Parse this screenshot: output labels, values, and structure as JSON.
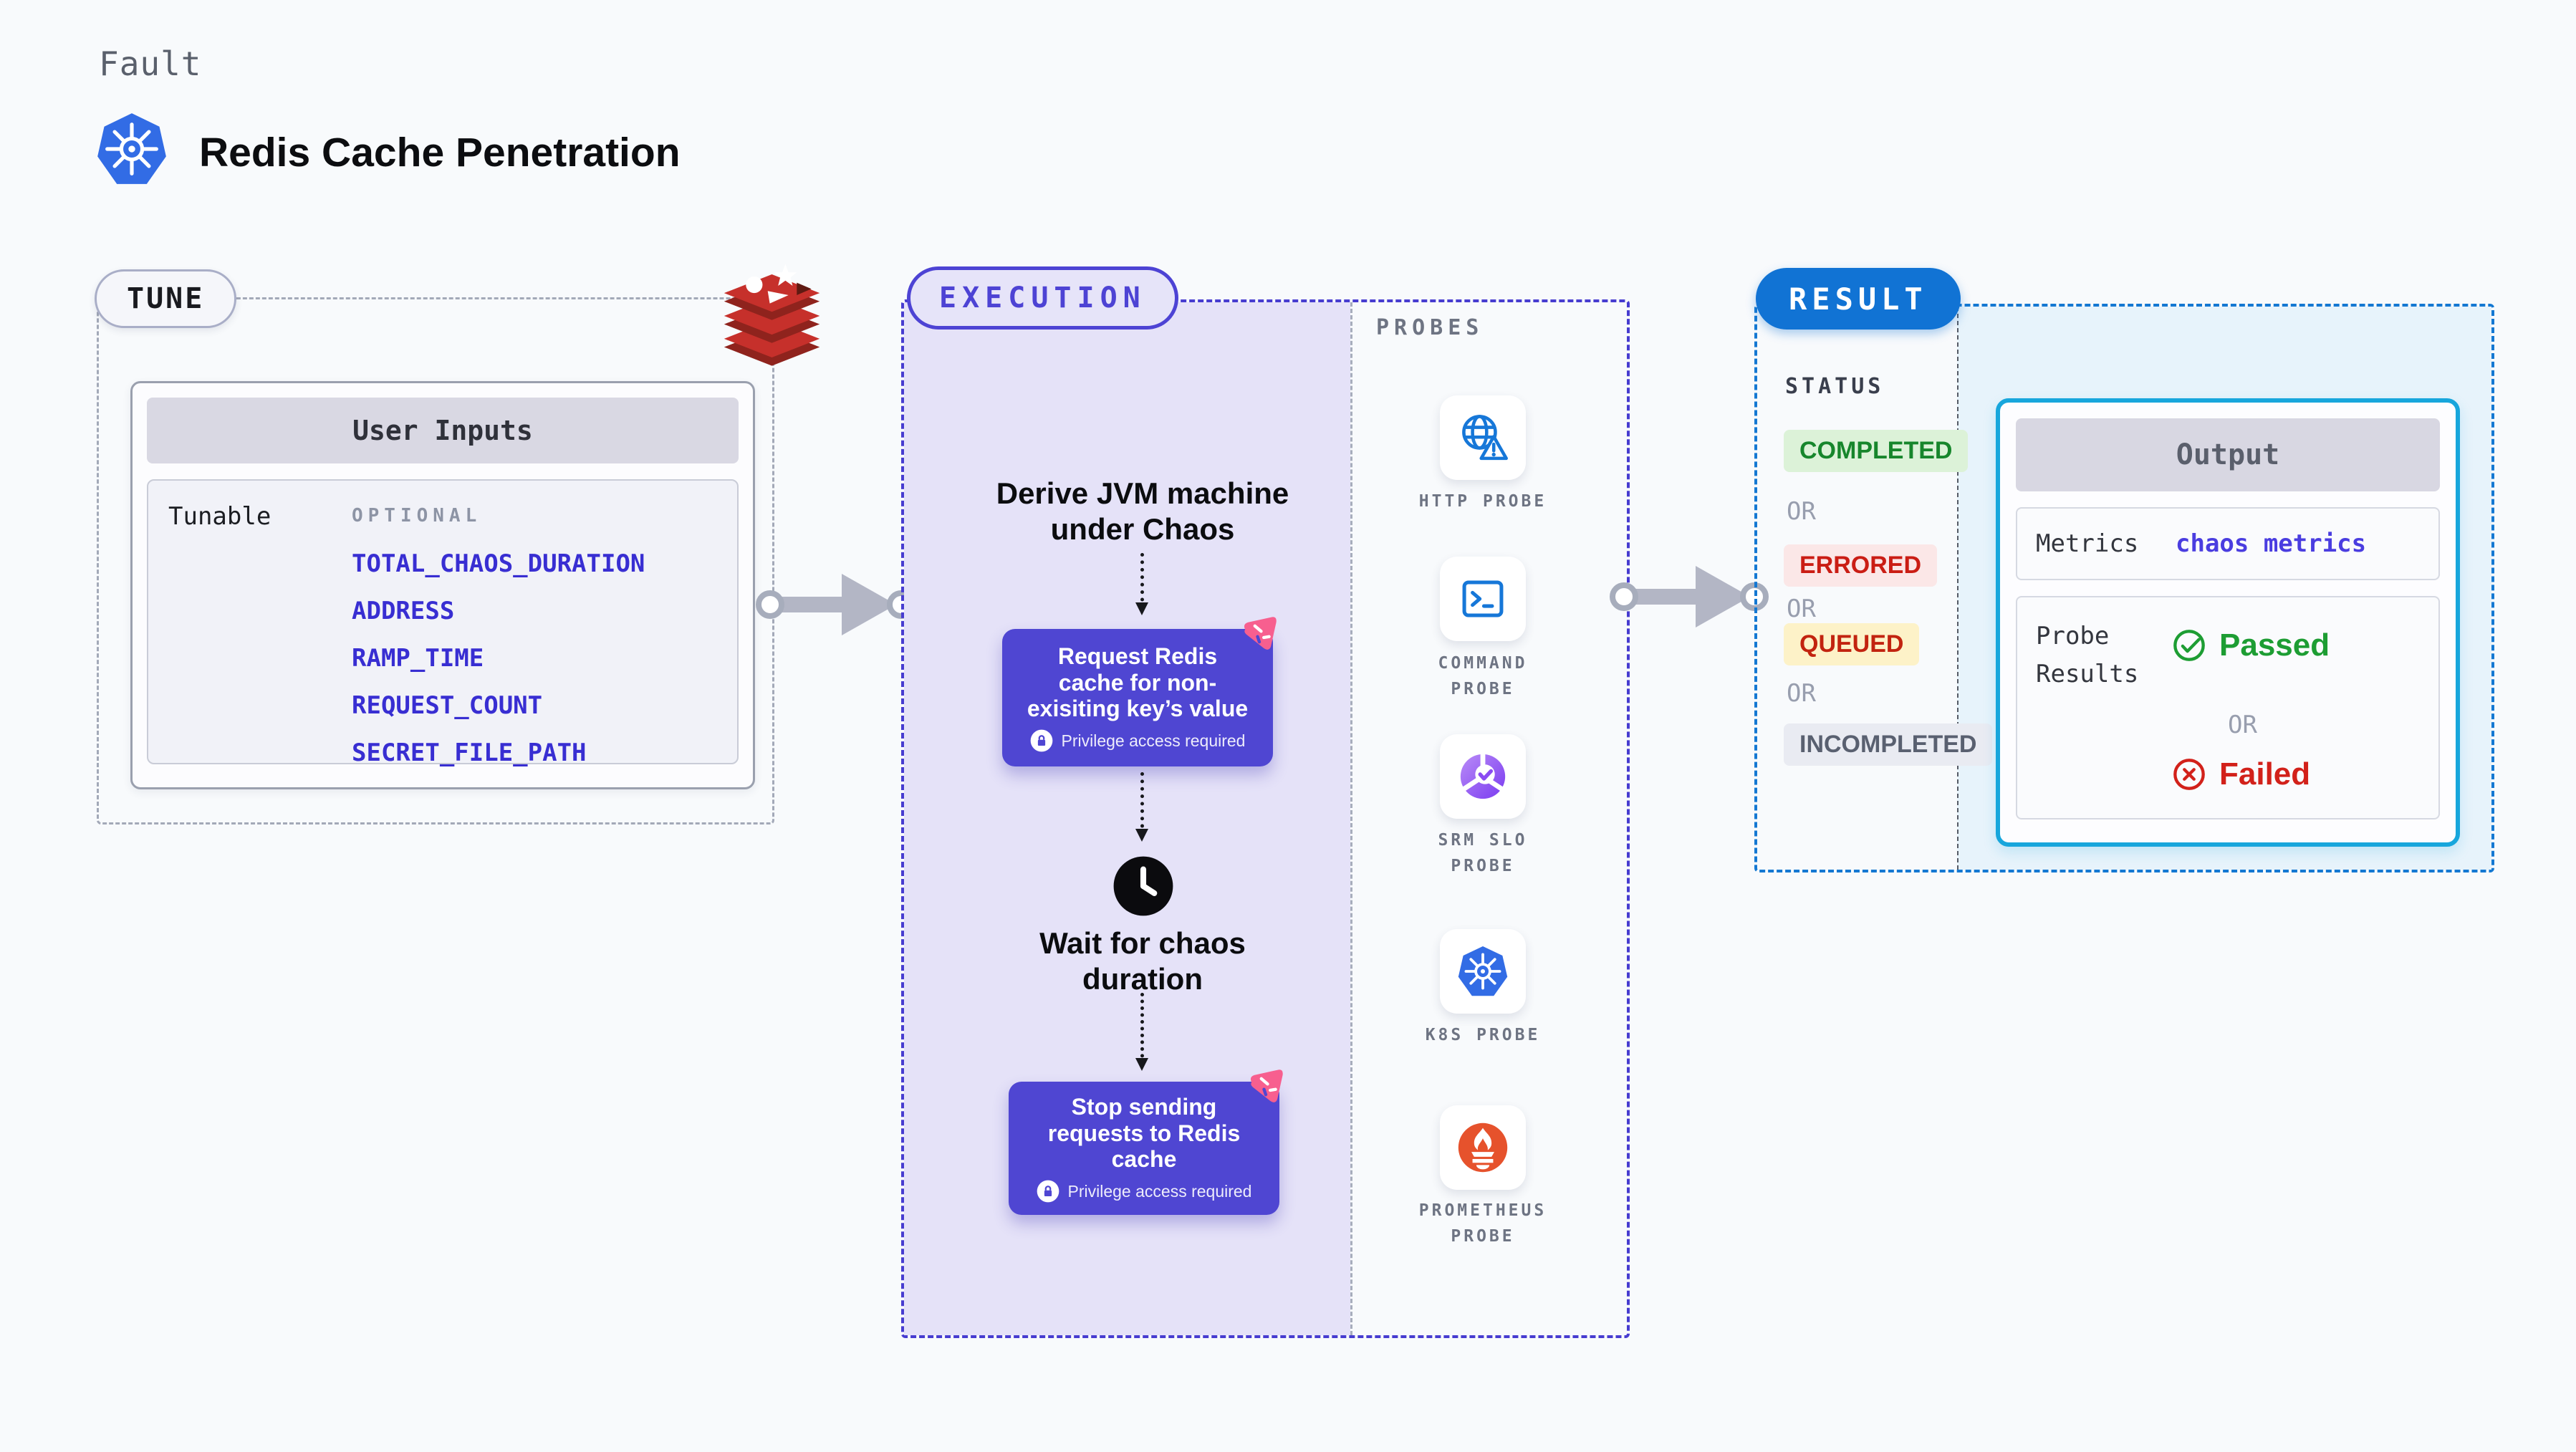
{
  "header": {
    "kicker": "Fault",
    "title": "Redis Cache Penetration"
  },
  "tune": {
    "badge": "TUNE",
    "user_inputs": {
      "title": "User Inputs",
      "row_label": "Tunable",
      "column_label": "OPTIONAL",
      "tunables": [
        "TOTAL_CHAOS_DURATION",
        "ADDRESS",
        "RAMP_TIME",
        "REQUEST_COUNT",
        "SECRET_FILE_PATH"
      ]
    }
  },
  "execution": {
    "badge": "EXECUTION",
    "derive_label": "Derive JVM machine\nunder Chaos",
    "wait_label": "Wait for chaos\nduration",
    "nodes": [
      {
        "label": "Request Redis\ncache for non-\nexisiting key’s value",
        "note": "Privilege access required"
      },
      {
        "label": "Stop sending\nrequests to Redis\ncache",
        "note": "Privilege access required"
      }
    ],
    "probes": {
      "title": "PROBES",
      "items": [
        "HTTP PROBE",
        "COMMAND PROBE",
        "SRM SLO PROBE",
        "K8S PROBE",
        "PROMETHEUS PROBE"
      ]
    }
  },
  "result": {
    "badge": "RESULT",
    "status": {
      "title": "STATUS",
      "or_label": "OR",
      "values": [
        "COMPLETED",
        "ERRORED",
        "QUEUED",
        "INCOMPLETED"
      ]
    },
    "output": {
      "title": "Output",
      "metrics_label": "Metrics",
      "metrics_value": "chaos metrics",
      "probe_results_label": "Probe Results",
      "or_label": "OR",
      "passed_label": "Passed",
      "failed_label": "Failed"
    }
  },
  "colors": {
    "accent_indigo": "#4f46d2",
    "accent_blue": "#1173d4",
    "accent_cyan": "#17a6dc",
    "probe_icon_blue": "#1677d8",
    "lavender_fill": "#e5e2f8",
    "result_fill": "#e7f3fb",
    "tunable_link": "#382ed2",
    "completed_green": "#17862c",
    "errored_red": "#ca1d14",
    "queued_text": "#c2230f",
    "queued_bg": "#fdf2c8",
    "incompleted_gray": "#596070",
    "passed_green": "#1d9d33",
    "failed_red": "#d2211a",
    "kubernetes_blue": "#326ce5",
    "redis_red": "#c6302b",
    "prometheus_orange": "#e6522c",
    "chaos_pink": "#f75f8f"
  },
  "icons": {
    "title": "kubernetes-icon",
    "tune_corner": "redis-icon",
    "wait_step": "clock-icon",
    "node_corner": "chaos-icon",
    "node_note": "lock-icon",
    "probes": [
      "http-globe-warning-icon",
      "terminal-icon",
      "slo-donut-check-icon",
      "kubernetes-icon",
      "prometheus-flame-icon"
    ],
    "passed": "check-circle-icon",
    "failed": "x-circle-icon"
  }
}
